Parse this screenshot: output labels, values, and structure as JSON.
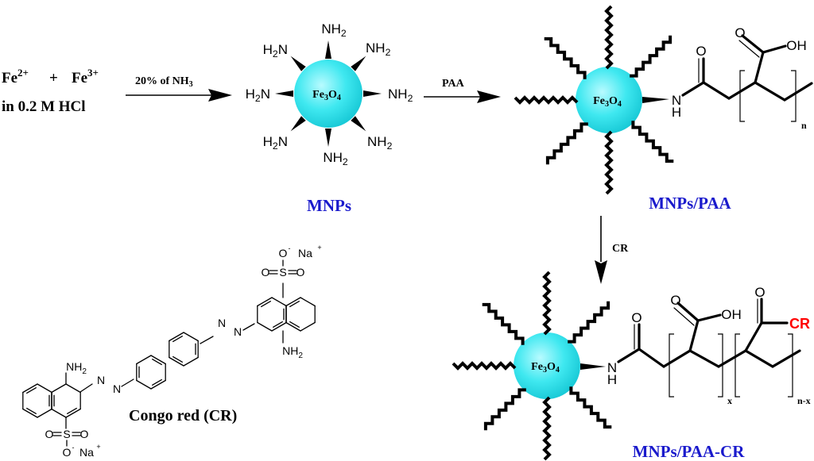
{
  "reactants": {
    "line1_fe2": "Fe",
    "line1_fe2_charge": "2+",
    "line1_plus": "+",
    "line1_fe3": "Fe",
    "line1_fe3_charge": "3+",
    "line2": "in 0.2 M HCl"
  },
  "arrows": {
    "step1_label": "20% of NH",
    "step1_label_sub": "3",
    "step2_label": "PAA",
    "step3_label": "CR"
  },
  "core": {
    "label_fe": "Fe",
    "label_3": "3",
    "label_o": "O",
    "label_4": "4",
    "color": "#33e6ee"
  },
  "mnps": {
    "title": "MNPs",
    "amine_right": "NH",
    "amine_left": "H",
    "sub2": "2",
    "n": "N"
  },
  "mnps_paa": {
    "title": "MNPs/PAA",
    "atom_o": "O",
    "atom_oh": "OH",
    "atom_n": "N",
    "atom_h": "H",
    "repeat": "n"
  },
  "mnps_paa_cr": {
    "title": "MNPs/PAA-CR",
    "atom_o": "O",
    "atom_oh": "OH",
    "atom_n": "N",
    "atom_h": "H",
    "cr_group": "CR",
    "repeat_x": "x",
    "repeat_nx": "n-x",
    "cr_color": "#ff0000"
  },
  "congo_red": {
    "title": "Congo red (CR)",
    "atom_o": "O",
    "atom_s": "S",
    "atom_n": "N",
    "atom_nh2": "NH",
    "sub2": "2",
    "na": "Na",
    "plus": "+",
    "minus": "-"
  },
  "colors": {
    "title_blue": "#1a1acc",
    "ink": "#000000"
  }
}
